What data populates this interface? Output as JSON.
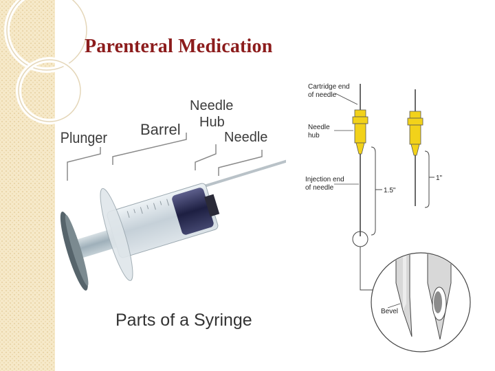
{
  "slide": {
    "title": "Parenteral Medication"
  },
  "syringe_photo": {
    "labels": {
      "plunger": "Plunger",
      "barrel": "Barrel",
      "needle_hub_line1": "Needle",
      "needle_hub_line2": "Hub",
      "needle": "Needle"
    },
    "caption": "Parts of a Syringe"
  },
  "needle_diagram": {
    "labels": {
      "cartridge_end_line1": "Cartridge end",
      "cartridge_end_line2": "of needle",
      "needle_hub_line1": "Needle",
      "needle_hub_line2": "hub",
      "injection_end_line1": "Injection end",
      "injection_end_line2": "of needle",
      "length_long": "1.5\"",
      "length_short": "1\"",
      "bevel": "Bevel"
    }
  },
  "colors": {
    "title": "#8c1c1c",
    "sidebar_bg": "#f6e9c9",
    "hub_yellow": "#f2d21a"
  }
}
